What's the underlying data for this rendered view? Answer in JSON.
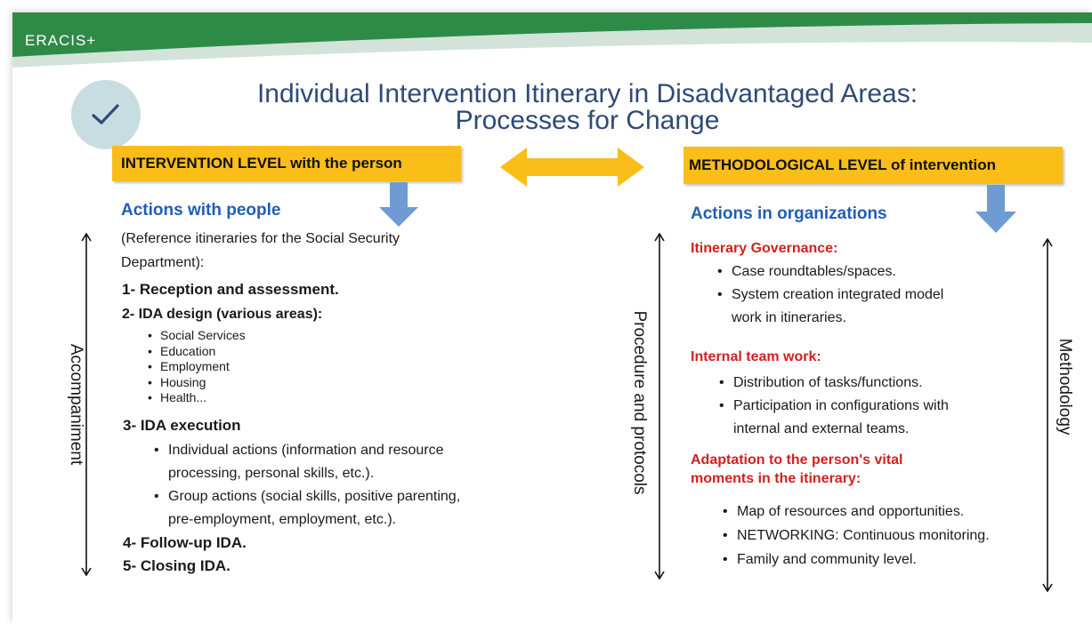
{
  "header": {
    "brand": "ERACIS+",
    "title_line1": "Individual Intervention Itinerary in Disadvantaged Areas:",
    "title_line2": "Processes for Change"
  },
  "icons": [
    "checkmark-icon",
    "double-arrow-icon",
    "down-arrow-icon"
  ],
  "colors": {
    "green": "#2e8b47",
    "gold": "#fbbd18",
    "blue": "#1f5fb4",
    "red": "#d32020",
    "title": "#2f4a74",
    "arrow_blue": "#6e9bd4"
  },
  "left": {
    "level": "INTERVENTION LEVEL with the person",
    "heading": "Actions with people",
    "intro_line1": "(Reference itineraries for the Social Security",
    "intro_line2": "Department):",
    "step1": "1- Reception and assessment.",
    "step2": "2- IDA design (various areas):",
    "areas": [
      "Social Services",
      "Education",
      "Employment",
      "Housing",
      "Health..."
    ],
    "step3": "3- IDA execution",
    "exec1_line1": "Individual actions (information and resource",
    "exec1_line2": "processing, personal skills, etc.).",
    "exec2_line1": "Group actions (social skills, positive parenting,",
    "exec2_line2": "pre-employment, employment, etc.).",
    "step4": "4- Follow-up IDA.",
    "step5": "5- Closing IDA.",
    "side_label": "Accompaniment"
  },
  "center": {
    "side_label": "Procedure and protocols"
  },
  "right": {
    "level": "METHODOLOGICAL LEVEL of intervention",
    "heading": "Actions in organizations",
    "sec1_title": "Itinerary Governance:",
    "sec1_b1": "Case roundtables/spaces.",
    "sec1_b2_line1": "System creation integrated model",
    "sec1_b2_line2": "work in itineraries.",
    "sec2_title": "Internal team work:",
    "sec2_b1": "Distribution of tasks/functions.",
    "sec2_b2_line1": "Participation in configurations with",
    "sec2_b2_line2": "internal and external teams.",
    "sec3_title_line1": "Adaptation to the person's vital",
    "sec3_title_line2": "moments in the itinerary:",
    "sec3_b1": "Map of resources and opportunities.",
    "sec3_b2": "NETWORKING: Continuous monitoring.",
    "sec3_b3": "Family and community level.",
    "side_label": "Methodology"
  }
}
